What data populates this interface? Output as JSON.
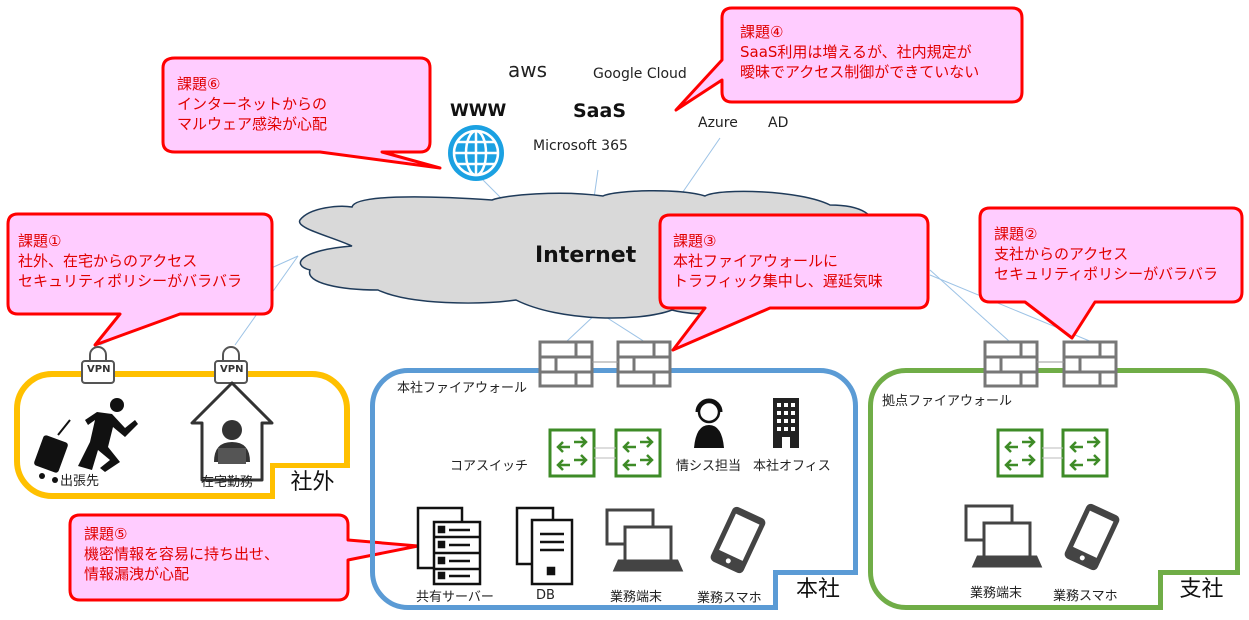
{
  "cloud_services": {
    "aws": "aws",
    "google_cloud": "Google Cloud",
    "saas": "SaaS",
    "microsoft_365": "Microsoft 365",
    "azure": "Azure",
    "ad": "AD",
    "www": "WWW",
    "internet": "Internet"
  },
  "zones": {
    "remote": {
      "tag": "社外",
      "items": [
        "出張先",
        "在宅勤務"
      ],
      "vpn_label": "VPN"
    },
    "hq": {
      "tag": "本社",
      "firewall_label": "本社ファイアウォール",
      "core_switch_label": "コアスイッチ",
      "items": [
        "情シス担当",
        "本社オフィス",
        "共有サーバー",
        "DB",
        "業務端末",
        "業務スマホ"
      ]
    },
    "branch": {
      "tag": "支社",
      "firewall_label": "拠点ファイアウォール",
      "items": [
        "業務端末",
        "業務スマホ"
      ]
    }
  },
  "callouts": [
    {
      "id": "1",
      "title": "課題①",
      "lines": [
        "社外、在宅からのアクセス",
        "セキュリティポリシーがバラバラ"
      ]
    },
    {
      "id": "2",
      "title": "課題②",
      "lines": [
        "支社からのアクセス",
        "セキュリティポリシーがバラバラ"
      ]
    },
    {
      "id": "3",
      "title": "課題③",
      "lines": [
        "本社ファイアウォールに",
        "トラフィック集中し、遅延気味"
      ]
    },
    {
      "id": "4",
      "title": "課題④",
      "lines": [
        "SaaS利用は増えるが、社内規定が",
        "曖昧でアクセス制御ができていない"
      ]
    },
    {
      "id": "5",
      "title": "課題⑤",
      "lines": [
        "機密情報を容易に持ち出せ、",
        "情報漏洩が心配"
      ]
    },
    {
      "id": "6",
      "title": "課題⑥",
      "lines": [
        "インターネットからの",
        "マルウェア感染が心配"
      ]
    }
  ],
  "colors": {
    "callout_fill": "#ffccff",
    "callout_border": "#ff0000",
    "callout_text": "#e00000",
    "remote_zone": "#ffc000",
    "hq_zone": "#5b9bd5",
    "branch_zone": "#70ad47",
    "cloud_fill": "#d9d9d9",
    "cloud_stroke": "#1f3b5a",
    "link_line": "#9dc3e6",
    "globe": "#1ba1e2"
  }
}
